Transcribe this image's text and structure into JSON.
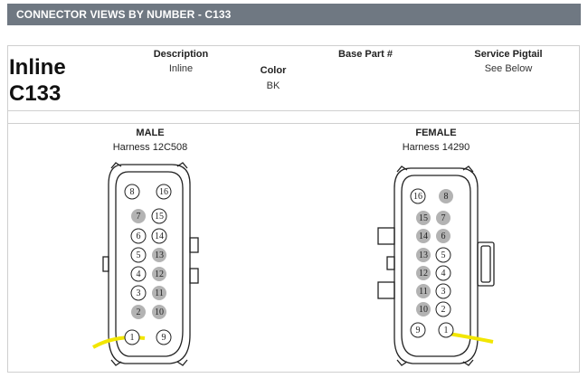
{
  "banner": {
    "title": "CONNECTOR VIEWS BY NUMBER - C133"
  },
  "connector": {
    "line1": "Inline",
    "line2": "C133"
  },
  "columns": {
    "description": {
      "label": "Description",
      "value": "Inline"
    },
    "color": {
      "label": "Color",
      "value": "BK"
    },
    "base_part": {
      "label": "Base Part #",
      "value": ""
    },
    "service_pigtail": {
      "label": "Service Pigtail",
      "value": "See Below"
    }
  },
  "male": {
    "label": "MALE",
    "harness": "Harness  12C508",
    "pins": [
      {
        "n": "8",
        "filled": false
      },
      {
        "n": "16",
        "filled": false
      },
      {
        "n": "7",
        "filled": true
      },
      {
        "n": "15",
        "filled": false
      },
      {
        "n": "6",
        "filled": false
      },
      {
        "n": "14",
        "filled": false
      },
      {
        "n": "5",
        "filled": false
      },
      {
        "n": "13",
        "filled": true
      },
      {
        "n": "4",
        "filled": false
      },
      {
        "n": "12",
        "filled": true
      },
      {
        "n": "3",
        "filled": false
      },
      {
        "n": "11",
        "filled": true
      },
      {
        "n": "2",
        "filled": true
      },
      {
        "n": "10",
        "filled": true
      },
      {
        "n": "1",
        "filled": false,
        "highlight": true
      },
      {
        "n": "9",
        "filled": false
      }
    ]
  },
  "female": {
    "label": "FEMALE",
    "harness": "Harness  14290",
    "pins": [
      {
        "n": "16",
        "filled": false
      },
      {
        "n": "8",
        "filled": true
      },
      {
        "n": "15",
        "filled": true
      },
      {
        "n": "7",
        "filled": true
      },
      {
        "n": "14",
        "filled": true
      },
      {
        "n": "6",
        "filled": true
      },
      {
        "n": "13",
        "filled": true
      },
      {
        "n": "5",
        "filled": false
      },
      {
        "n": "12",
        "filled": true
      },
      {
        "n": "4",
        "filled": false
      },
      {
        "n": "11",
        "filled": true
      },
      {
        "n": "3",
        "filled": false
      },
      {
        "n": "10",
        "filled": true
      },
      {
        "n": "2",
        "filled": false
      },
      {
        "n": "9",
        "filled": false
      },
      {
        "n": "1",
        "filled": false,
        "highlight": true
      }
    ]
  },
  "colors": {
    "banner": "#6f7882",
    "pin_fill": "#b3b3b3",
    "wire": "#f2e600",
    "outline": "#222222"
  }
}
